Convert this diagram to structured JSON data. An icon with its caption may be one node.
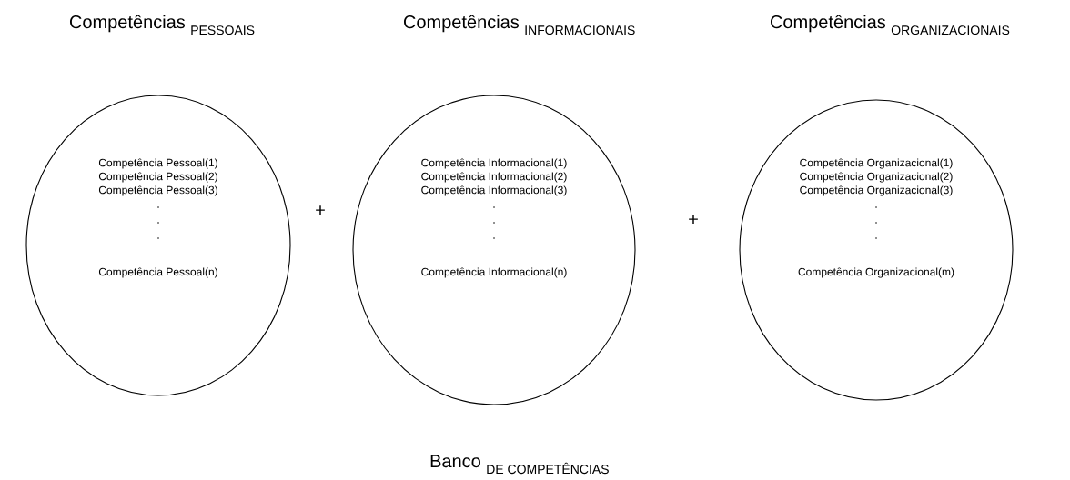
{
  "diagram": {
    "caption": "Banco",
    "nodes": [
      {
        "text": [
          "Competência Pessoal(1)",
          "Competência Pessoal(2)",
          "Competência Pessoal(3)",
          ".",
          ".",
          ".",
          "Competência Pessoal(n)"
        ]
      },
      {
        "text": [
          "Competência Informacional(1)",
          "Competência Informacional(2)",
          "Competência Informacional(3)",
          ".",
          ".",
          ".",
          "Competência Informacional(n)"
        ]
      },
      {
        "text": [
          "Competência Organizacional(1)",
          "Competência Organizacional(2)",
          "Competência Organizacional(3)",
          ".",
          ".",
          ".",
          "Competência Organizacional(m)"
        ]
      }
    ],
    "labels": [
      "Competências",
      "PESSOAIS",
      "Competências",
      "INFORMACIONAIS",
      "Competências",
      "ORGANIZACIONAIS",
      "+",
      "+",
      "DE COMPETÊNCIAS"
    ]
  }
}
